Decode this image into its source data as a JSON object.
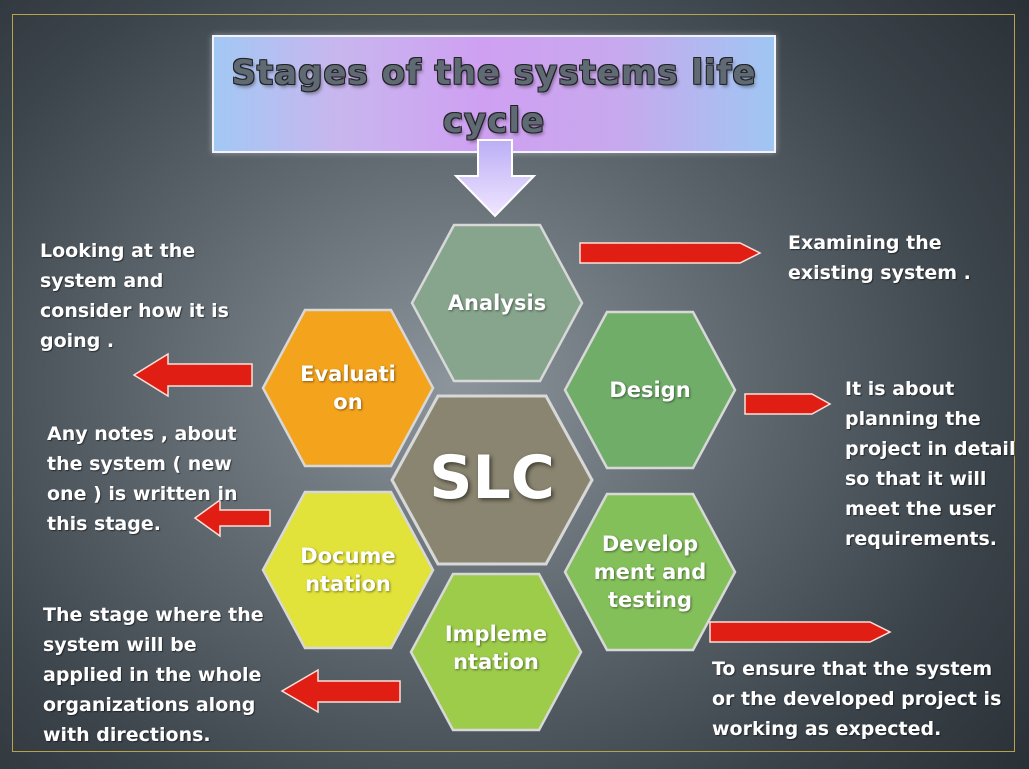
{
  "title": {
    "line1": "Stages of the systems life",
    "line2": "cycle"
  },
  "center": {
    "label": "SLC",
    "color": "#8a8570"
  },
  "stages": {
    "analysis": {
      "label": "Analysis",
      "color": "#86a58c"
    },
    "design": {
      "label": "Design",
      "color": "#6fad68"
    },
    "development": {
      "line1": "Develop",
      "line2": "ment and",
      "line3": "testing",
      "color": "#84c05a"
    },
    "implementation": {
      "line1": "Impleme",
      "line2": "ntation",
      "color": "#9ccc4a"
    },
    "documentation": {
      "line1": "Docume",
      "line2": "ntation",
      "color": "#e1e23a"
    },
    "evaluation": {
      "line1": "Evaluati",
      "line2": "on",
      "color": "#f4a31c"
    }
  },
  "descriptions": {
    "analysis": [
      "Examining the",
      "existing system ."
    ],
    "design": [
      "It is about",
      "planning the",
      "project in detail",
      "so that it will",
      "meet the user",
      "requirements."
    ],
    "development": [
      "To ensure that the system",
      "or the developed project is",
      "working as expected."
    ],
    "implementation": [
      "The stage where the",
      "system will be",
      "applied in the whole",
      "organizations along",
      "with directions."
    ],
    "documentation": [
      "Any notes , about",
      "the system ( new",
      "one ) is written in",
      "this stage."
    ],
    "evaluation": [
      "Looking at the",
      "system and",
      "consider how it is",
      "going ."
    ]
  },
  "colors": {
    "arrow": "#e01e14",
    "title_gradient_center": "#cfa0f2",
    "frame": "#b8a24a"
  }
}
